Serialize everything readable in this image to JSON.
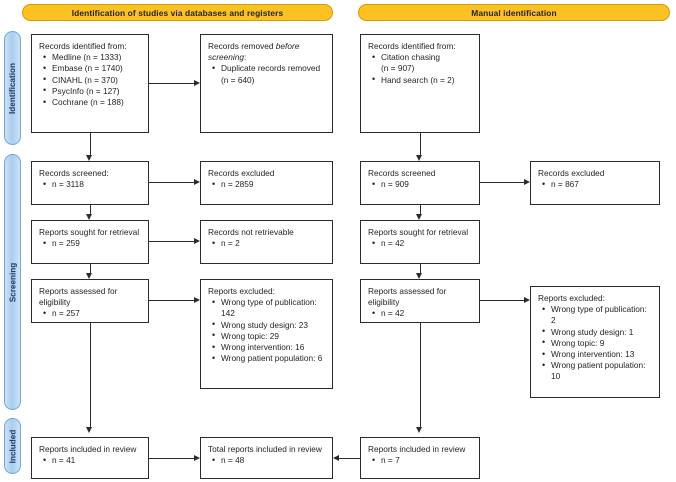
{
  "banners": [
    {
      "id": "databases-registers",
      "label": "Identification of studies via databases and registers"
    },
    {
      "id": "manual",
      "label": "Manual identification"
    }
  ],
  "stages": [
    {
      "id": "identification",
      "label": "Identification"
    },
    {
      "id": "screening",
      "label": "Screening"
    },
    {
      "id": "included",
      "label": "Included"
    }
  ],
  "boxes": {
    "db_identified": {
      "header": "Records identified from:",
      "items": [
        "Medline (n = 1333)",
        "Embase (n = 1740)",
        "CINAHL (n = 370)",
        "PsycInfo (n = 127)",
        "Cochrane (n = 188)"
      ]
    },
    "db_removed": {
      "header": "Records removed ",
      "header_italic": "before screening",
      "header_tail": ":",
      "items": [
        "Duplicate records removed",
        "(n = 640)"
      ]
    },
    "db_screened": {
      "header": "Records screened:",
      "items": [
        "n = 3118"
      ]
    },
    "db_screen_excluded": {
      "header": "Records excluded",
      "items": [
        "n = 2859"
      ]
    },
    "db_sought": {
      "header": "Reports sought for retrieval",
      "items": [
        "n = 259"
      ]
    },
    "db_not_retrievable": {
      "header": "Records not retrievable",
      "items": [
        "n = 2"
      ]
    },
    "db_assessed": {
      "header": "Reports assessed for eligibility",
      "items": [
        "n = 257"
      ]
    },
    "db_excluded": {
      "header": "Reports excluded:",
      "items": [
        "Wrong type of publication: 142",
        "Wrong study design: 23",
        "Wrong topic: 29",
        "Wrong intervention: 16",
        "Wrong patient population: 6"
      ]
    },
    "db_included": {
      "header": "Reports included in review",
      "items": [
        "n = 41"
      ]
    },
    "total_included": {
      "header": "Total reports included in review",
      "items": [
        "n = 48"
      ]
    },
    "mn_identified": {
      "header": "Records identified from:",
      "items": [
        "Citation chasing",
        "(n = 907)",
        "Hand search (n = 2)"
      ]
    },
    "mn_screened": {
      "header": "Records screened",
      "items": [
        "n = 909"
      ]
    },
    "mn_screen_excluded": {
      "header": "Records excluded",
      "items": [
        "n = 867"
      ]
    },
    "mn_sought": {
      "header": "Reports sought for retrieval",
      "items": [
        "n = 42"
      ]
    },
    "mn_assessed": {
      "header": "Reports assessed for eligibility",
      "items": [
        "n = 42"
      ]
    },
    "mn_excluded": {
      "header": "Reports excluded:",
      "items": [
        "Wrong type of publication: 2",
        "Wrong study design: 1",
        "Wrong topic: 9",
        "Wrong intervention: 13",
        "Wrong patient population: 10"
      ]
    },
    "mn_included": {
      "header": "Reports included in review",
      "items": [
        "n = 7"
      ]
    }
  },
  "colors": {
    "banner_fill": "#fcc222",
    "banner_border": "#d69a0a",
    "pill_fill": "#a9cdee",
    "pill_border": "#6fa8dc",
    "box_border": "#2b2b2b",
    "text": "#231f20"
  }
}
